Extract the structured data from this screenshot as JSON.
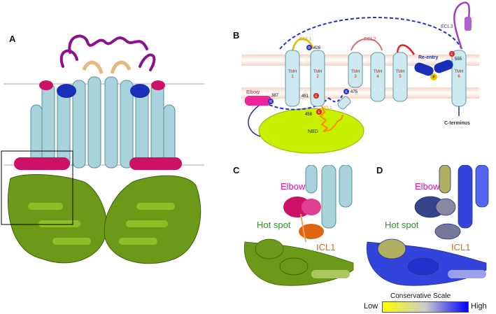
{
  "panels": {
    "a": {
      "label": "A"
    },
    "b": {
      "label": "B",
      "tmh": [
        "TMH\n1",
        "TMH\n2",
        "TMH\n3",
        "TMH\n4",
        "TMH\n5",
        "TMH\n6"
      ],
      "ecl1": "ECL1",
      "ecl2": "ECL2",
      "ecl3": "ECL3",
      "icl1": "ICL1",
      "elbow": "Elbow",
      "reentry": "Re-entry",
      "nbd": "NBD",
      "c_terminus": "C-terminus",
      "res_426": "426",
      "res_451": "451",
      "res_458": "458",
      "res_475": "475",
      "res_387": "387",
      "res_555": "555",
      "r": "R",
      "e": "E",
      "k": "K",
      "p": "P"
    },
    "c": {
      "label": "C",
      "elbow": "Elbow",
      "hotspot": "Hot spot",
      "icl1": "ICL1"
    },
    "d": {
      "label": "D",
      "elbow": "Elbow",
      "hotspot": "Hot spot",
      "icl1": "ICL1"
    }
  },
  "scale": {
    "title": "Conservative Scale",
    "low": "Low",
    "high": "High",
    "color_low": "#ffff00",
    "color_mid": "#cccccc",
    "color_high": "#0000ff"
  },
  "colors": {
    "elbow": "#cc1166",
    "hotspot": "#229922",
    "icl1": "#dd5511",
    "protein_tm": "#a8d3dc",
    "nbd": "#6b9a18",
    "ecl": "#8a1090"
  }
}
